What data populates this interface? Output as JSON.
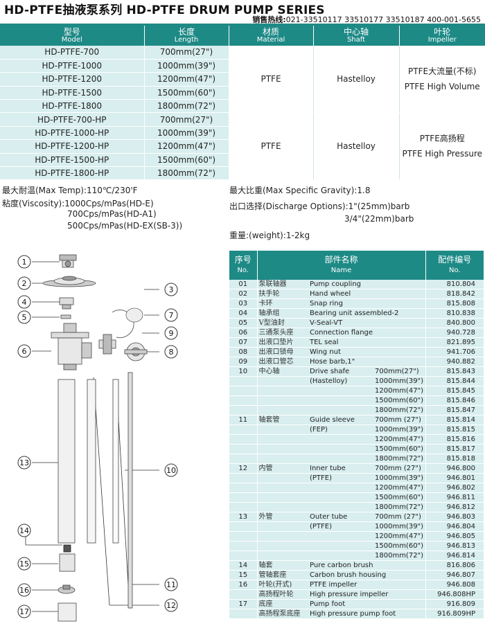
{
  "header": {
    "title": "HD-PTFE抽液泵系列  HD-PTFE DRUM PUMP SERIES",
    "hotline_label": "销售热线:",
    "hotline_numbers": "021-33510117  33510177  33510187  400-001-5655"
  },
  "spec_table": {
    "headers": [
      {
        "cn": "型号",
        "en": "Model"
      },
      {
        "cn": "长度",
        "en": "Length"
      },
      {
        "cn": "材质",
        "en": "Material"
      },
      {
        "cn": "中心轴",
        "en": "Shaft"
      },
      {
        "cn": "叶轮",
        "en": "Impeller"
      }
    ],
    "rows": [
      {
        "model": "HD-PTFE-700",
        "length": "700mm(27\")"
      },
      {
        "model": "HD-PTFE-1000",
        "length": "1000mm(39\")"
      },
      {
        "model": "HD-PTFE-1200",
        "length": "1200mm(47\")"
      },
      {
        "model": "HD-PTFE-1500",
        "length": "1500mm(60\")"
      },
      {
        "model": "HD-PTFE-1800",
        "length": "1800mm(72\")"
      },
      {
        "model": "HD-PTFE-700-HP",
        "length": "700mm(27\")"
      },
      {
        "model": "HD-PTFE-1000-HP",
        "length": "1000mm(39\")"
      },
      {
        "model": "HD-PTFE-1200-HP",
        "length": "1200mm(47\")"
      },
      {
        "model": "HD-PTFE-1500-HP",
        "length": "1500mm(60\")"
      },
      {
        "model": "HD-PTFE-1800-HP",
        "length": "1800mm(72\")"
      }
    ],
    "group1": {
      "material": "PTFE",
      "shaft": "Hastelloy",
      "impeller_cn": "PTFE大流量(不标)",
      "impeller_en": "PTFE High Volume"
    },
    "group2": {
      "material": "PTFE",
      "shaft": "Hastelloy",
      "impeller_cn": "PTFE高扬程",
      "impeller_en": "PTFE High Pressure"
    }
  },
  "specs": {
    "max_temp": "最大耐温(Max Temp):110℃/230'F",
    "viscosity_1": "粘度(Viscosity):1000Cps/mPas(HD-E)",
    "viscosity_2": "700Cps/mPas(HD-A1)",
    "viscosity_3": "500Cps/mPas(HD-EX(SB-3))",
    "gravity": "最大比重(Max Specific Gravity):1.8",
    "discharge_1": "出口选择(Discharge Options):1\"(25mm)barb",
    "discharge_2": "3/4\"(22mm)barb",
    "weight": "重量:(weight):1-2kg"
  },
  "parts_table": {
    "headers": [
      {
        "cn": "序号",
        "en": "No."
      },
      {
        "cn": "部件名称",
        "en": "Name"
      },
      {
        "cn": "配件编号",
        "en": "No."
      }
    ],
    "rows": [
      {
        "no": "01",
        "cn": "泵联轴器",
        "en": "Pump coupling",
        "len": "",
        "code": "810.804"
      },
      {
        "no": "02",
        "cn": "扶手轮",
        "en": "Hand wheel",
        "len": "",
        "code": "818.842"
      },
      {
        "no": "03",
        "cn": "卡环",
        "en": "Snap ring",
        "len": "",
        "code": "815.808"
      },
      {
        "no": "04",
        "cn": "轴承组",
        "en": "Bearing unit assembled-2",
        "len": "",
        "code": "810.838"
      },
      {
        "no": "05",
        "cn": "V型油封",
        "en": "V-Seal-VT",
        "len": "",
        "code": "840.800"
      },
      {
        "no": "06",
        "cn": "三通泵头座",
        "en": "Connection flange",
        "len": "",
        "code": "940.728"
      },
      {
        "no": "07",
        "cn": "出液口垫片",
        "en": "TEL seal",
        "len": "",
        "code": "821.895"
      },
      {
        "no": "08",
        "cn": "出液口锁母",
        "en": "Wing nut",
        "len": "",
        "code": "941.706"
      },
      {
        "no": "09",
        "cn": "出液口管芯",
        "en": "Hose barb,1\"",
        "len": "",
        "code": "940.882"
      },
      {
        "no": "10",
        "cn": "中心轴",
        "en": "Drive shafe",
        "len": "700mm(27\")",
        "code": "815.843"
      },
      {
        "no": "",
        "cn": "",
        "en": "(Hastelloy)",
        "len": "1000mm(39\")",
        "code": "815.844"
      },
      {
        "no": "",
        "cn": "",
        "en": "",
        "len": "1200mm(47\")",
        "code": "815.845"
      },
      {
        "no": "",
        "cn": "",
        "en": "",
        "len": "1500mm(60\")",
        "code": "815.846"
      },
      {
        "no": "",
        "cn": "",
        "en": "",
        "len": "1800mm(72\")",
        "code": "815.847"
      },
      {
        "no": "11",
        "cn": "轴套管",
        "en": "Guide sleeve",
        "len": "700mm (27\")",
        "code": "815.814"
      },
      {
        "no": "",
        "cn": "",
        "en": "(FEP)",
        "len": "1000mm(39\")",
        "code": "815.815"
      },
      {
        "no": "",
        "cn": "",
        "en": "",
        "len": "1200mm(47\")",
        "code": "815.816"
      },
      {
        "no": "",
        "cn": "",
        "en": "",
        "len": "1500mm(60\")",
        "code": "815.817"
      },
      {
        "no": "",
        "cn": "",
        "en": "",
        "len": "1800mm(72\")",
        "code": "815.818"
      },
      {
        "no": "12",
        "cn": "内管",
        "en": "Inner tube",
        "len": "700mm (27\")",
        "code": "946.800"
      },
      {
        "no": "",
        "cn": "",
        "en": "(PTFE)",
        "len": "1000mm(39\")",
        "code": "946.801"
      },
      {
        "no": "",
        "cn": "",
        "en": "",
        "len": "1200mm(47\")",
        "code": "946.802"
      },
      {
        "no": "",
        "cn": "",
        "en": "",
        "len": "1500mm(60\")",
        "code": "946.811"
      },
      {
        "no": "",
        "cn": "",
        "en": "",
        "len": "1800mm(72\")",
        "code": "946.812"
      },
      {
        "no": "13",
        "cn": "外管",
        "en": "Outer tube",
        "len": "700mm (27\")",
        "code": "946.803"
      },
      {
        "no": "",
        "cn": "",
        "en": "(PTFE)",
        "len": "1000mm(39\")",
        "code": "946.804"
      },
      {
        "no": "",
        "cn": "",
        "en": "",
        "len": "1200mm(47\")",
        "code": "946.805"
      },
      {
        "no": "",
        "cn": "",
        "en": "",
        "len": "1500mm(60\")",
        "code": "946.813"
      },
      {
        "no": "",
        "cn": "",
        "en": "",
        "len": "1800mm(72\")",
        "code": "946.814"
      },
      {
        "no": "14",
        "cn": "轴套",
        "en": "Pure carbon brush",
        "len": "",
        "code": "816.806"
      },
      {
        "no": "15",
        "cn": "管轴套座",
        "en": "Carbon brush housing",
        "len": "",
        "code": "946.807"
      },
      {
        "no": "16",
        "cn": "叶轮(开式)",
        "en": "PTFE impeller",
        "len": "",
        "code": "946.808"
      },
      {
        "no": "",
        "cn": "高扬程叶轮",
        "en": "High pressure impeller",
        "len": "",
        "code": "946.808HP"
      },
      {
        "no": "17",
        "cn": "底座",
        "en": "Pump foot",
        "len": "",
        "code": "916.809"
      },
      {
        "no": "",
        "cn": "高扬程泵底座",
        "en": "High pressure pump foot",
        "len": "",
        "code": "916.809HP"
      }
    ]
  },
  "diagram": {
    "callouts": [
      "1",
      "2",
      "3",
      "4",
      "5",
      "6",
      "7",
      "8",
      "9",
      "10",
      "11",
      "12",
      "13",
      "14",
      "15",
      "16",
      "17"
    ]
  }
}
